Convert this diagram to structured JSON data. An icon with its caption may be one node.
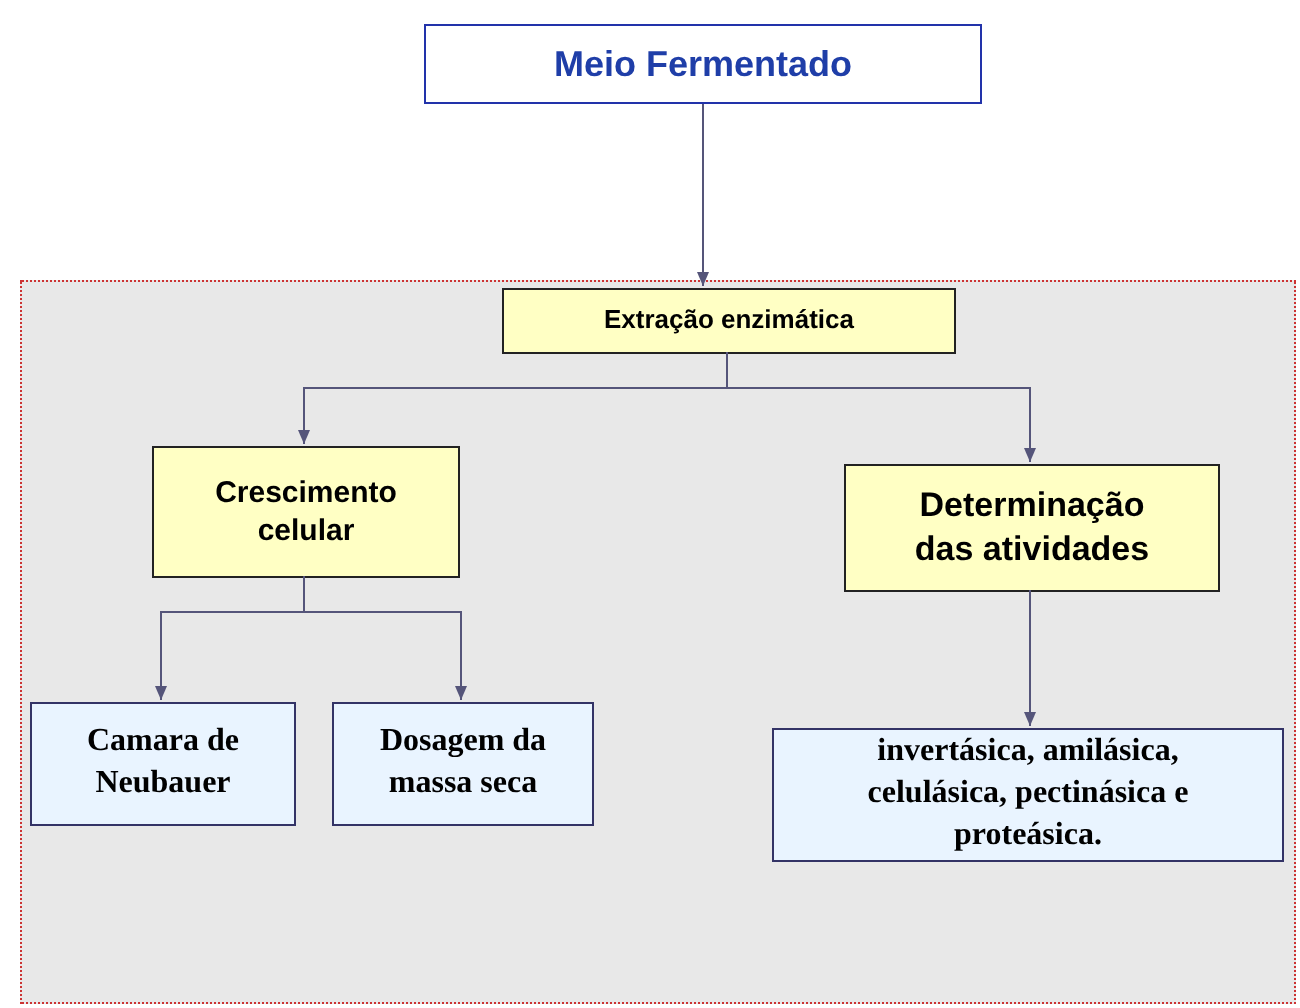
{
  "diagram": {
    "nodes": [
      {
        "text": [
          "Meio Fermentado"
        ]
      },
      {
        "text": [],
        "shape": "box"
      },
      {
        "text": [
          "Extração enzimática"
        ],
        "in": 1
      },
      {
        "text": [
          "Crescimento celular"
        ],
        "in": 1
      },
      {
        "text": [
          "Determinação das atividades"
        ],
        "in": 1
      },
      {
        "text": [
          "Camara de Neubauer"
        ],
        "in": 1
      },
      {
        "text": [
          "Dosagem da massa seca"
        ],
        "in": 1
      },
      {
        "text": [
          "invertásica, amilásica, celulásica, pectinásica e proteásica."
        ],
        "in": 1
      }
    ],
    "edges": [
      {
        "from": 0,
        "to": 2,
        "arrow": "to"
      },
      {
        "from": 2,
        "to": 3,
        "arrow": "to"
      },
      {
        "from": 2,
        "to": 4,
        "arrow": "to"
      },
      {
        "from": 3,
        "to": 5,
        "arrow": "to"
      },
      {
        "from": 3,
        "to": 6,
        "arrow": "to"
      },
      {
        "from": 4,
        "to": 7,
        "arrow": "to"
      }
    ]
  }
}
